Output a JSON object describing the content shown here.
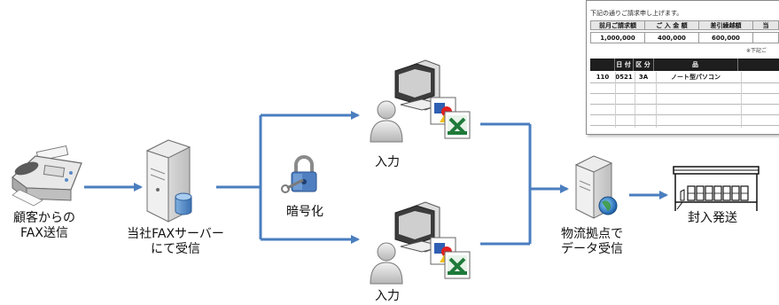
{
  "nodes": {
    "customer_fax": "顧客からの\nFAX送信",
    "fax_server": "当社FAXサーバー\nにて受信",
    "encryption": "暗号化",
    "input_top": "入力",
    "input_bottom": "入力",
    "logistics": "物流拠点で\nデータ受信",
    "shipping": "封入発送"
  },
  "invoice": {
    "note": "下記の通りご請求申し上げます。",
    "summary_headers": [
      "前月ご請求額",
      "ご 入 金 額",
      "差引繰越額",
      "当"
    ],
    "summary_values": [
      "1,000,000",
      "400,000",
      "600,000",
      ""
    ],
    "note2": "※下記ご",
    "detail_headers": [
      "",
      "日 付",
      "区 分",
      "品",
      ""
    ],
    "detail_row": [
      "110",
      "0521",
      "3A",
      "ノート型パソコン",
      ""
    ]
  },
  "colors": {
    "arrow": "#4a7ebf",
    "edge": "#3e6db0",
    "server_body": "#d9d9d9",
    "person": "#c9c9c9",
    "excel_green": "#1f7a3a"
  },
  "icons": {
    "fax": "fax-machine-icon",
    "server": "server-icon",
    "lock": "padlock-icon",
    "computer": "workstation-icon",
    "person": "person-icon",
    "doc": "document-shapes-icon",
    "excel": "excel-icon",
    "globe_server": "web-server-icon",
    "envelope": "envelope-stuffing-icon"
  }
}
